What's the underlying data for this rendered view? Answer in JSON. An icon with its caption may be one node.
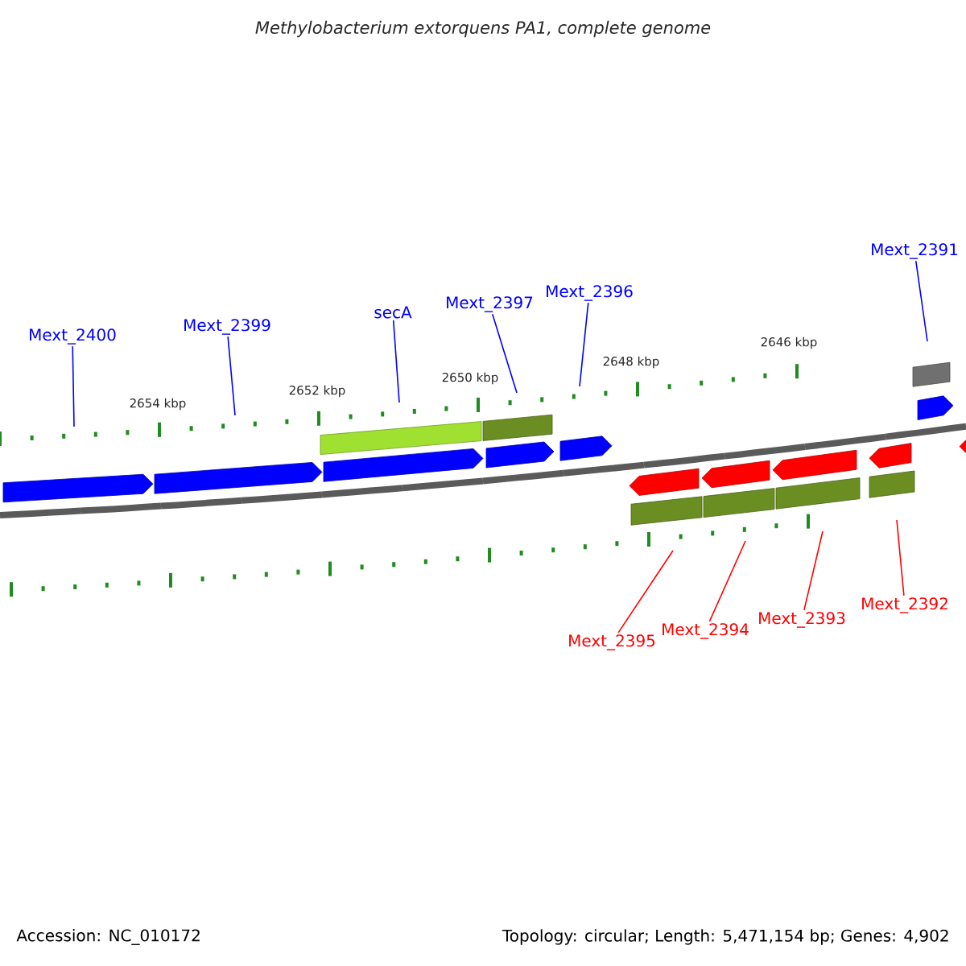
{
  "diagram": {
    "title": "Methylobacterium extorquens PA1, complete genome",
    "nodes": [
      {
        "text": [
          "Mext_2400"
        ]
      },
      {
        "text": [
          "Mext_2399"
        ]
      },
      {
        "text": [
          "secA"
        ]
      },
      {
        "text": [
          "Mext_2397"
        ]
      },
      {
        "text": [
          "Mext_2396"
        ]
      },
      {
        "text": [
          "Mext_2391"
        ]
      },
      {
        "text": [
          "Mext_2395"
        ]
      },
      {
        "text": [
          "Mext_2394"
        ]
      },
      {
        "text": [
          "Mext_2393"
        ]
      },
      {
        "text": [
          "Mext_2392"
        ]
      }
    ],
    "edges": [
      {
        "from": 0,
        "to": null,
        "arrow": "none"
      },
      {
        "from": 1,
        "to": null,
        "arrow": "none"
      },
      {
        "from": 2,
        "to": null,
        "arrow": "none"
      },
      {
        "from": 3,
        "to": null,
        "arrow": "none"
      },
      {
        "from": 4,
        "to": null,
        "arrow": "none"
      },
      {
        "from": 5,
        "to": null,
        "arrow": "none"
      },
      {
        "from": 6,
        "to": null,
        "arrow": "none",
        "color": "#ff0000"
      },
      {
        "from": 7,
        "to": null,
        "arrow": "none",
        "color": "#ff0000"
      },
      {
        "from": 8,
        "to": null,
        "arrow": "none",
        "color": "#ff0000"
      },
      {
        "from": 9,
        "to": null,
        "arrow": "none",
        "color": "#ff0000"
      }
    ],
    "labels": [
      "2654 kbp",
      "2652 kbp",
      "2650 kbp",
      "2648 kbp",
      "2646 kbp",
      "Accession: NC_010172",
      "Topology: circular; Length: 5,471,154 bp; Genes: 4,902"
    ]
  }
}
